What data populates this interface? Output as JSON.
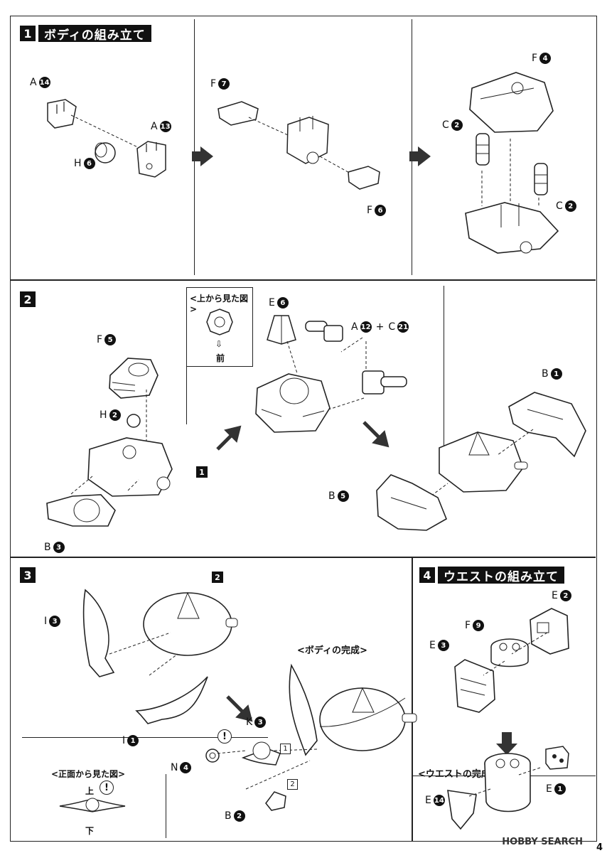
{
  "step1": {
    "num": "1",
    "title": "ボディの組み立て"
  },
  "step2": {
    "num": "2"
  },
  "step3": {
    "num": "3"
  },
  "step4": {
    "num": "4",
    "title": "ウエストの組み立て"
  },
  "labels": {
    "a14": {
      "letter": "A",
      "n": "14"
    },
    "a13": {
      "letter": "A",
      "n": "13"
    },
    "h6": {
      "letter": "H",
      "n": "6"
    },
    "f7": {
      "letter": "F",
      "n": "7"
    },
    "f6": {
      "letter": "F",
      "n": "6"
    },
    "f4": {
      "letter": "F",
      "n": "4"
    },
    "c2a": {
      "letter": "C",
      "n": "2"
    },
    "c2b": {
      "letter": "C",
      "n": "2"
    },
    "f5": {
      "letter": "F",
      "n": "5"
    },
    "h2": {
      "letter": "H",
      "n": "2"
    },
    "b3": {
      "letter": "B",
      "n": "3"
    },
    "ref1": {
      "n": "1"
    },
    "e6": {
      "letter": "E",
      "n": "6"
    },
    "a12": {
      "letter": "A",
      "n": "12"
    },
    "plus": "+",
    "c21": {
      "letter": "C",
      "n": "21"
    },
    "b1": {
      "letter": "B",
      "n": "1"
    },
    "b5": {
      "letter": "B",
      "n": "5"
    },
    "i3": {
      "letter": "I",
      "n": "3"
    },
    "i1": {
      "letter": "I",
      "n": "1"
    },
    "ref2": {
      "n": "2"
    },
    "k3": {
      "letter": "K",
      "n": "3"
    },
    "n4": {
      "letter": "N",
      "n": "4"
    },
    "b2": {
      "letter": "B",
      "n": "2"
    },
    "seq1": "1",
    "seq2": "2",
    "e2": {
      "letter": "E",
      "n": "2"
    },
    "f9": {
      "letter": "F",
      "n": "9"
    },
    "e3": {
      "letter": "E",
      "n": "3"
    },
    "e14": {
      "letter": "E",
      "n": "14"
    },
    "e1": {
      "letter": "E",
      "n": "1"
    }
  },
  "captions": {
    "top_view": "<上から見た図>",
    "front_marker": "前",
    "body_complete": "<ボディの完成>",
    "front_view": "<正面から見た図>",
    "up": "上",
    "down": "下",
    "waist_complete": "<ウエストの完成>"
  },
  "watermark": "HOBBY SEARCH",
  "page_number": "4"
}
